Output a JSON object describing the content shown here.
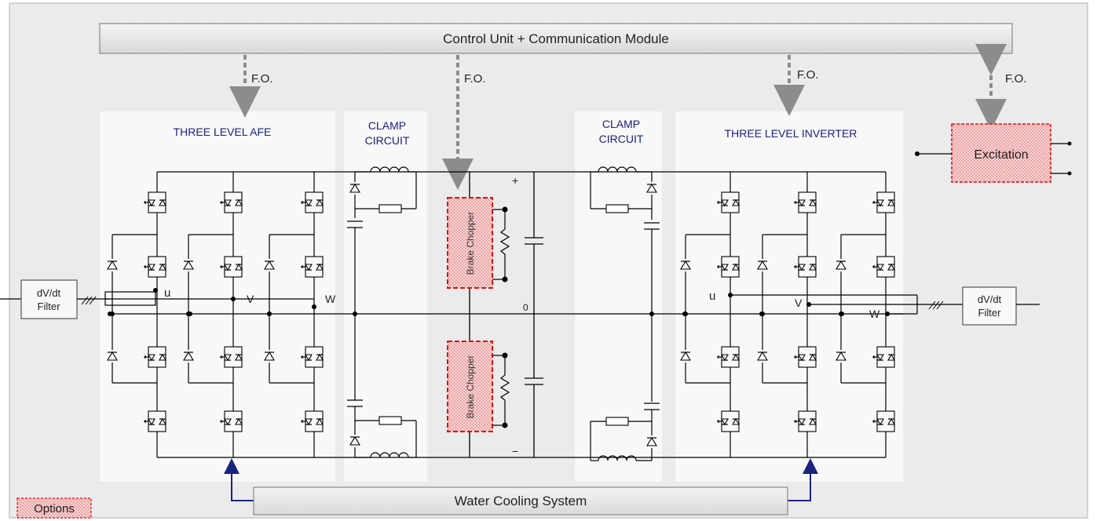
{
  "control_unit": {
    "label": "Control Unit  + Communication Module"
  },
  "water_cooling": {
    "label": "Water Cooling System"
  },
  "fiber_optic_label": "F.O.",
  "afe": {
    "title": "THREE LEVEL AFE"
  },
  "inverter": {
    "title": "THREE LEVEL INVERTER"
  },
  "clamp": {
    "title_line1": "CLAMP",
    "title_line2": "CIRCUIT"
  },
  "brake_chopper": {
    "label": "Brake Chopper"
  },
  "excitation": {
    "label": "Excitation"
  },
  "dvdt_filter": {
    "line1": "dV/dt",
    "line2": "Filter"
  },
  "phases": {
    "u": "u",
    "v": "V",
    "w": "W"
  },
  "dc_bus": {
    "plus": "+",
    "zero": "0",
    "minus": "−"
  },
  "legend": {
    "options": "Options"
  },
  "colors": {
    "panel": "#ebebeb",
    "block": "#f8f8f8",
    "title_blue": "#1a237e",
    "options_red": "#dd1111",
    "options_fill": "#f5c8c8",
    "cooling_arrow": "#1a237e",
    "fo_arrow": "#8c8c8c"
  }
}
